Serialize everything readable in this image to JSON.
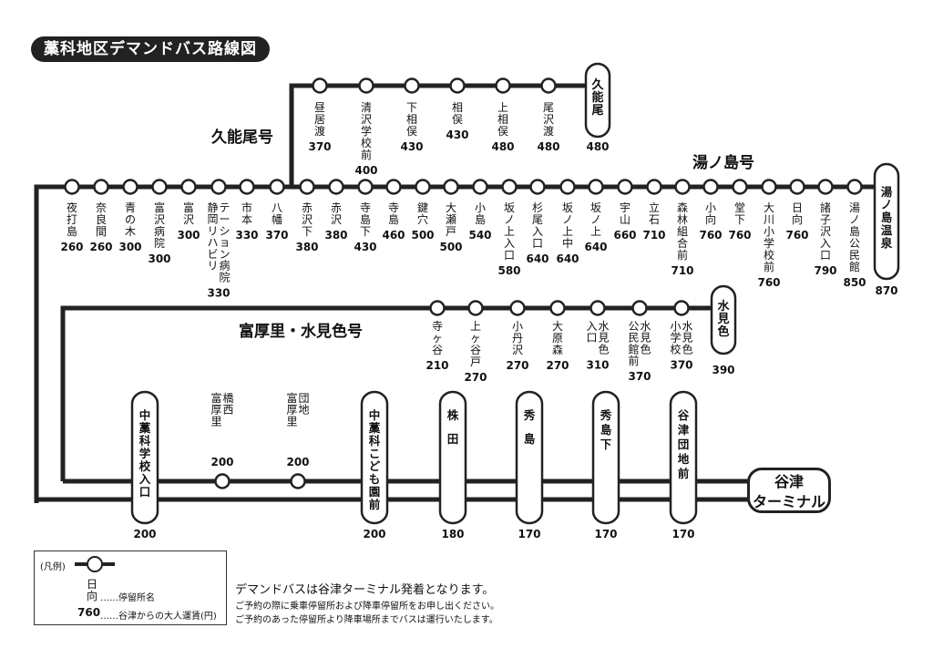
{
  "title": "藁科地区デマンドバス路線図",
  "routes": {
    "kunou": "久能尾号",
    "yunoshima": "湯ノ島号",
    "tomiatsu": "富厚里・水見色号"
  },
  "kunou_stops": [
    {
      "name": "昼居渡",
      "fare": "370"
    },
    {
      "name": "清沢学校前",
      "fare": "400"
    },
    {
      "name": "下相俣",
      "fare": "430"
    },
    {
      "name": "相俣",
      "fare": "430"
    },
    {
      "name": "上相俣",
      "fare": "480"
    },
    {
      "name": "尾沢渡",
      "fare": "480"
    }
  ],
  "kunou_terminal": {
    "name": "久能尾",
    "fare": "480"
  },
  "main_stops": [
    {
      "name": "夜打島",
      "fare": "260"
    },
    {
      "name": "奈良間",
      "fare": "260"
    },
    {
      "name": "青の木",
      "fare": "300"
    },
    {
      "name": "富沢病院",
      "fare": "300"
    },
    {
      "name": "富沢",
      "fare": "300"
    },
    {
      "name": "静岡リハビリテーション病院",
      "fare": "330"
    },
    {
      "name": "市本",
      "fare": "330"
    },
    {
      "name": "八幡",
      "fare": "370"
    },
    {
      "name": "赤沢下",
      "fare": "380"
    },
    {
      "name": "赤沢",
      "fare": "380"
    },
    {
      "name": "寺島下",
      "fare": "430"
    },
    {
      "name": "寺島",
      "fare": "460"
    },
    {
      "name": "鍵穴",
      "fare": "500"
    },
    {
      "name": "大瀬戸",
      "fare": "500"
    },
    {
      "name": "小島",
      "fare": "540"
    },
    {
      "name": "坂ノ上入口",
      "fare": "580"
    },
    {
      "name": "杉尾入口",
      "fare": "640"
    },
    {
      "name": "坂ノ上中",
      "fare": "640"
    },
    {
      "name": "坂ノ上",
      "fare": "640"
    },
    {
      "name": "宇山",
      "fare": "660"
    },
    {
      "name": "立石",
      "fare": "710"
    },
    {
      "name": "森林組合前",
      "fare": "710"
    },
    {
      "name": "小向",
      "fare": "760"
    },
    {
      "name": "堂下",
      "fare": "760"
    },
    {
      "name": "大川小学校前",
      "fare": "760"
    },
    {
      "name": "日向",
      "fare": "760"
    },
    {
      "name": "諸子沢入口",
      "fare": "790"
    },
    {
      "name": "湯ノ島公民館",
      "fare": "850"
    }
  ],
  "yunoshima_terminal": {
    "name": "湯ノ島温泉",
    "fare": "870"
  },
  "mimiiro_stops": [
    {
      "name": "寺ヶ谷",
      "fare": "210"
    },
    {
      "name": "上ヶ谷戸",
      "fare": "270"
    },
    {
      "name": "小丹沢",
      "fare": "270"
    },
    {
      "name": "大原森",
      "fare": "270"
    },
    {
      "name": "入口水見色",
      "fare": "310"
    },
    {
      "name": "公民館前水見色",
      "fare": "370"
    },
    {
      "name": "小学校水見色",
      "fare": "370"
    }
  ],
  "mimiiro_terminal": {
    "name": "水見色",
    "fare": "390"
  },
  "bottom_stops": [
    {
      "name": "中藁科学校入口",
      "fare": "200",
      "kind": "capsule"
    },
    {
      "name": "富厚里橋西",
      "fare": "200",
      "kind": "circle"
    },
    {
      "name": "富厚里団地",
      "fare": "200",
      "kind": "circle"
    },
    {
      "name": "中藁科こども園前",
      "fare": "200",
      "kind": "capsule"
    },
    {
      "name": "株田",
      "fare": "180",
      "kind": "capsule"
    },
    {
      "name": "秀島",
      "fare": "170",
      "kind": "capsule"
    },
    {
      "name": "秀島下",
      "fare": "170",
      "kind": "capsule"
    },
    {
      "name": "谷津団地前",
      "fare": "170",
      "kind": "capsule"
    }
  ],
  "terminal": {
    "line1": "谷津",
    "line2": "ターミナル"
  },
  "legend": {
    "caption": "(凡例)",
    "sample_name": "日向",
    "sample_fare": "760",
    "desc_name": "……停留所名",
    "desc_fare": "……谷津からの大人運賃(円)"
  },
  "notes": {
    "line1": "デマンドバスは谷津ターミナル発着となります。",
    "line2": "ご予約の際に乗車停留所および降車停留所をお申し出ください。",
    "line3": "ご予約のあった停留所より降車場所までバスは運行いたします。"
  }
}
